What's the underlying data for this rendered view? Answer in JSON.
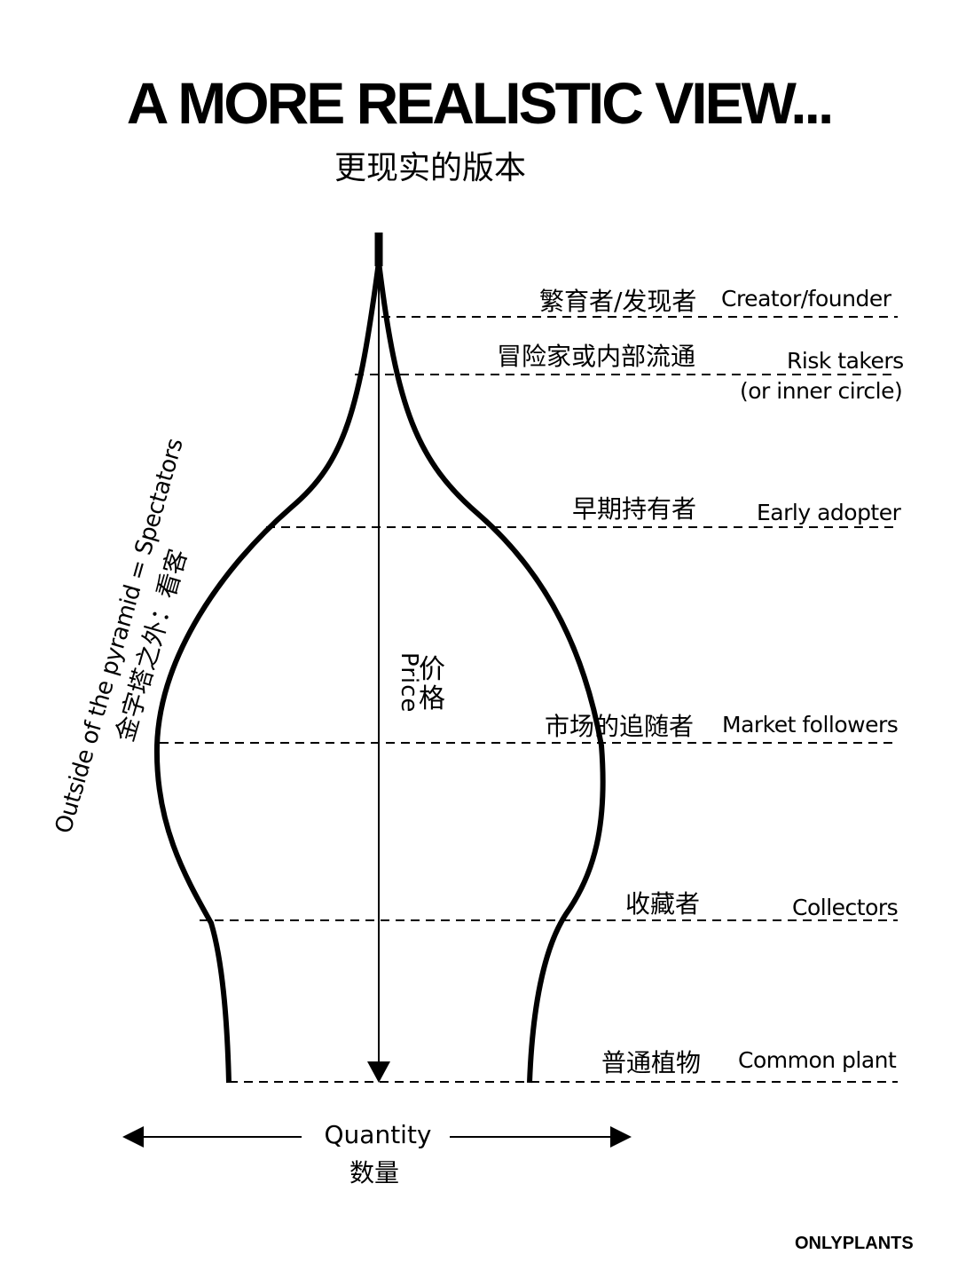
{
  "title": "A MORE REALISTIC VIEW...",
  "subtitle": "更现实的版本",
  "tiers": [
    {
      "zh": "繁育者/发现者",
      "en": "Creator/founder"
    },
    {
      "zh": "冒险家或内部流通",
      "en": "Risk takers",
      "en2": "(or inner circle)"
    },
    {
      "zh": "早期持有者",
      "en": "Early adopter"
    },
    {
      "zh": "市场的追随者",
      "en": "Market followers"
    },
    {
      "zh": "收藏者",
      "en": "Collectors"
    },
    {
      "zh": "普通植物",
      "en": "Common plant"
    }
  ],
  "outside": {
    "en": "Outside of the pyramid = Spectators",
    "zh": "金字塔之外：看客"
  },
  "price": {
    "en": "Price",
    "zh": "价格"
  },
  "quantity": {
    "en": "Quantity",
    "zh": "数量"
  },
  "brand": "ONLYPLANTS",
  "colors": {
    "ink": "#000000",
    "background": "#ffffff"
  }
}
